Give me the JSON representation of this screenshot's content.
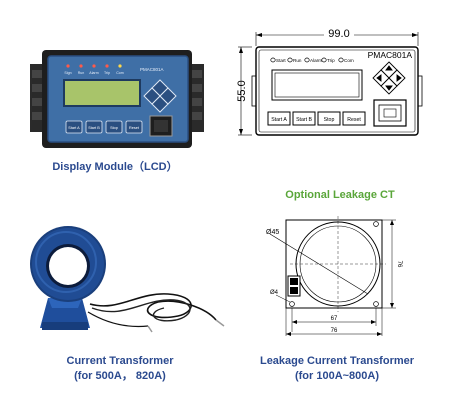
{
  "lcd_photo": {
    "brand": "PMAC801A",
    "leds": [
      "Sign",
      "Run",
      "Alarm",
      "Trip",
      "Com"
    ],
    "buttons": [
      "Start A",
      "Start B",
      "Stop",
      "Reset"
    ]
  },
  "lcd_drawing": {
    "width_dim": "99.0",
    "height_dim": "55.0",
    "model": "PMAC801A",
    "leds": [
      "Start",
      "Run",
      "Alarm",
      "Trip",
      "Com"
    ],
    "buttons": [
      "Start A",
      "Start B",
      "Stop",
      "Reset"
    ]
  },
  "ct_drawing": {
    "diameter_label": "Ø45",
    "height_dim": "76",
    "hole_label": "Ø4",
    "inner_width_dim": "67",
    "outer_width_dim": "76"
  },
  "captions": {
    "display_module": "Display Module（LCD）",
    "optional_leakage": "Optional Leakage CT",
    "current_transformer": "Current Transformer",
    "current_transformer_range": "(for 500A， 820A)",
    "leakage_transformer": "Leakage Current Transformer",
    "leakage_transformer_range": "(for 100A~800A)"
  },
  "colors": {
    "caption_blue": "#2b4a8f",
    "caption_green": "#5aa63a",
    "lcd_panel": "#3f6fa6",
    "lcd_screen": "#a8c46a"
  }
}
